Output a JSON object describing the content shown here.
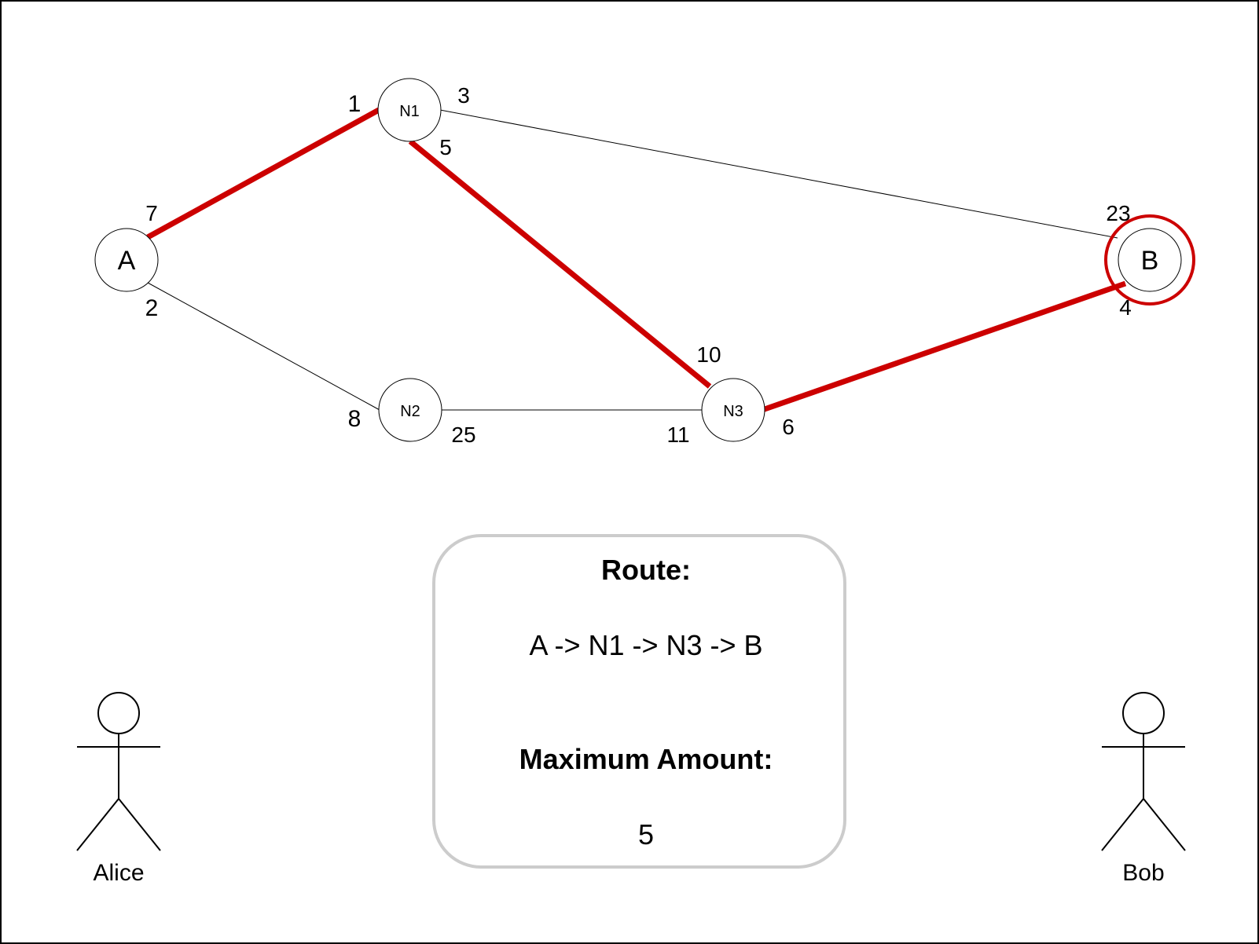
{
  "colors": {
    "route": "#cc0000",
    "edge": "#000000",
    "node_stroke": "#000000",
    "box_stroke": "#cccccc",
    "frame": "#000000"
  },
  "nodes": {
    "A": "A",
    "N1": "N1",
    "N2": "N2",
    "N3": "N3",
    "B": "B"
  },
  "capacities": {
    "a_n1_at_a": "7",
    "a_n1_at_n1": "1",
    "a_n2_at_a": "2",
    "a_n2_at_n2": "8",
    "n1_b_at_n1": "3",
    "n1_b_at_b": "23",
    "n1_n3_at_n1": "5",
    "n1_n3_at_n3": "10",
    "n2_n3_at_n2": "25",
    "n2_n3_at_n3": "11",
    "n3_b_at_n3": "6",
    "n3_b_at_b": "4"
  },
  "route_box": {
    "route_label": "Route:",
    "route_value": "A -> N1 -> N3 -> B",
    "max_label": "Maximum Amount:",
    "max_value": "5"
  },
  "people": {
    "sender": "Alice",
    "receiver": "Bob"
  }
}
